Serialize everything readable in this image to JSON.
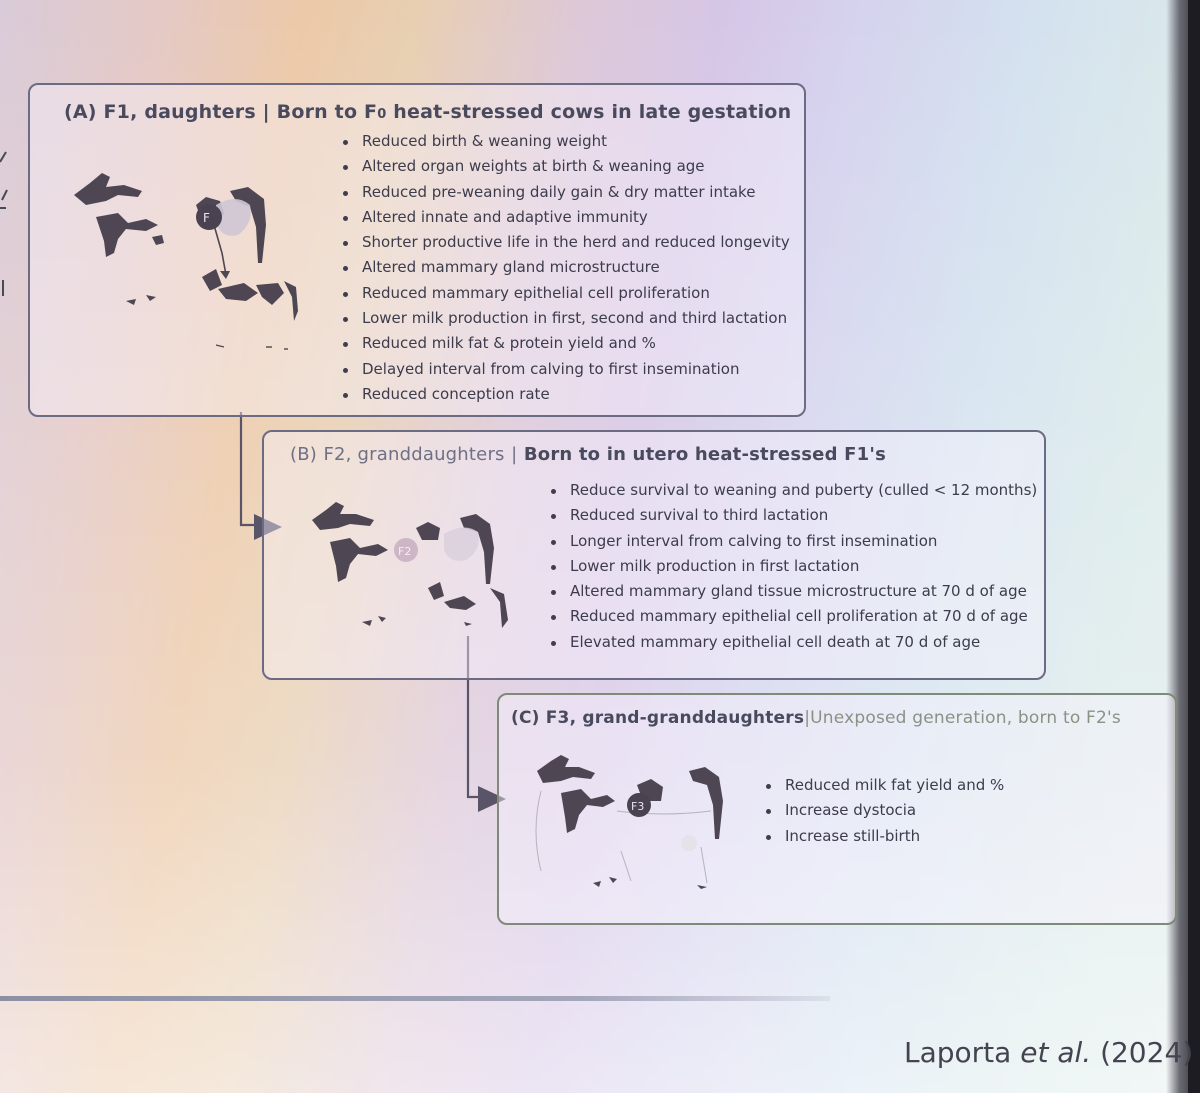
{
  "panels": {
    "a": {
      "label": "(A) F1, daughters",
      "separator": "|",
      "description_pre": "Born to F",
      "description_sub": "0",
      "description_post": " heat-stressed cows in late gestation",
      "generation_badge": "F",
      "items": [
        "Reduced birth & weaning weight",
        "Altered organ weights at birth & weaning age",
        "Reduced pre-weaning daily gain & dry matter intake",
        "Altered innate and adaptive immunity",
        "Shorter productive life in the herd and reduced longevity",
        "Altered mammary gland microstructure",
        "Reduced mammary epithelial cell proliferation",
        "Lower milk production in first, second and third lactation",
        "Reduced milk fat & protein yield and %",
        "Delayed interval from calving to first insemination",
        "Reduced conception rate"
      ]
    },
    "b": {
      "label_prefix": "(B)",
      "label": "F2, granddaughters",
      "separator": "|",
      "description": "Born to in utero heat-stressed F1's",
      "generation_badge": "F2",
      "items": [
        "Reduce survival to weaning and puberty (culled < 12 months)",
        "Reduced survival to third lactation",
        "Longer interval from calving to first insemination",
        "Lower milk production in first lactation",
        "Altered mammary gland tissue microstructure at 70 d of age",
        "Reduced mammary epithelial cell proliferation at 70 d of age",
        "Elevated mammary epithelial cell death at 70 d of age"
      ]
    },
    "c": {
      "label": "(C) F3, grand-granddaughters",
      "separator": "|",
      "description": "Unexposed generation, born to F2's",
      "generation_badge": "F3",
      "items": [
        "Reduced milk fat yield and %",
        "Increase dystocia",
        "Increase still-birth"
      ]
    }
  },
  "citation": {
    "authors": "Laporta ",
    "etal": "et al.",
    "year": " (2024)"
  },
  "colors": {
    "panel_border": "#6b6c84",
    "arrow": "#5a5468",
    "cow_spot": "#4e4652"
  }
}
